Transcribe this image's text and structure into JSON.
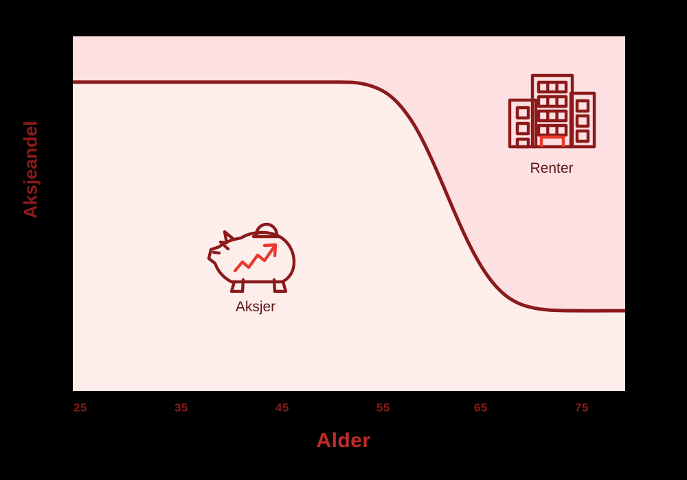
{
  "chart_data": {
    "type": "line",
    "title": "",
    "subtitle": "",
    "xlabel": "Alder",
    "ylabel": "Aksjeandel",
    "xlim": [
      22.3,
      76.9
    ],
    "ylim": [
      0,
      1
    ],
    "xticks": [
      25,
      35,
      45,
      55,
      65,
      75
    ],
    "xticklabels": [
      "25",
      "35",
      "45",
      "55",
      "65",
      "75"
    ],
    "yticks": [],
    "yticklabels": [],
    "grid": false,
    "legend": "none",
    "series": [
      {
        "name": "Aksjeandel",
        "x": [
          22.3,
          25,
          30,
          35,
          40,
          45,
          48,
          50,
          51,
          52,
          53,
          54,
          55,
          56,
          57,
          58,
          59,
          60,
          61,
          62,
          63,
          64,
          65,
          66,
          67,
          68,
          69,
          70,
          72,
          75,
          76.9
        ],
        "y": [
          0.871,
          0.871,
          0.871,
          0.871,
          0.871,
          0.871,
          0.871,
          0.87,
          0.866,
          0.858,
          0.845,
          0.824,
          0.793,
          0.752,
          0.7,
          0.639,
          0.573,
          0.506,
          0.442,
          0.385,
          0.337,
          0.299,
          0.271,
          0.252,
          0.24,
          0.233,
          0.229,
          0.227,
          0.226,
          0.226,
          0.226
        ]
      }
    ],
    "fill_above_label": "Renter",
    "fill_below_label": "Aksjer",
    "colors": {
      "line": "#8B1A1A",
      "fill_above": "#FCE0E2",
      "fill_below": "#FDEEEC",
      "accent": "#E8392C",
      "axis_title_x": "#C22B27",
      "axis_title_y": "#8B1A1A",
      "tick_text": "#8B1A1A",
      "annotation_text": "#5C1515",
      "background": "#000000"
    }
  },
  "axes": {
    "x_title": "Alder",
    "y_title": "Aksjeandel",
    "ticks": [
      {
        "label": "25",
        "px": 117
      },
      {
        "label": "35",
        "px": 264
      },
      {
        "label": "45",
        "px": 411
      },
      {
        "label": "55",
        "px": 558
      },
      {
        "label": "65",
        "px": 700
      },
      {
        "label": "75",
        "px": 847
      }
    ]
  },
  "annotations": [
    {
      "id": "aksjer",
      "label": "Aksjer",
      "icon": "piggy-bank-icon",
      "region": "below-curve"
    },
    {
      "id": "renter",
      "label": "Renter",
      "icon": "office-building-icon",
      "region": "above-curve"
    }
  ]
}
